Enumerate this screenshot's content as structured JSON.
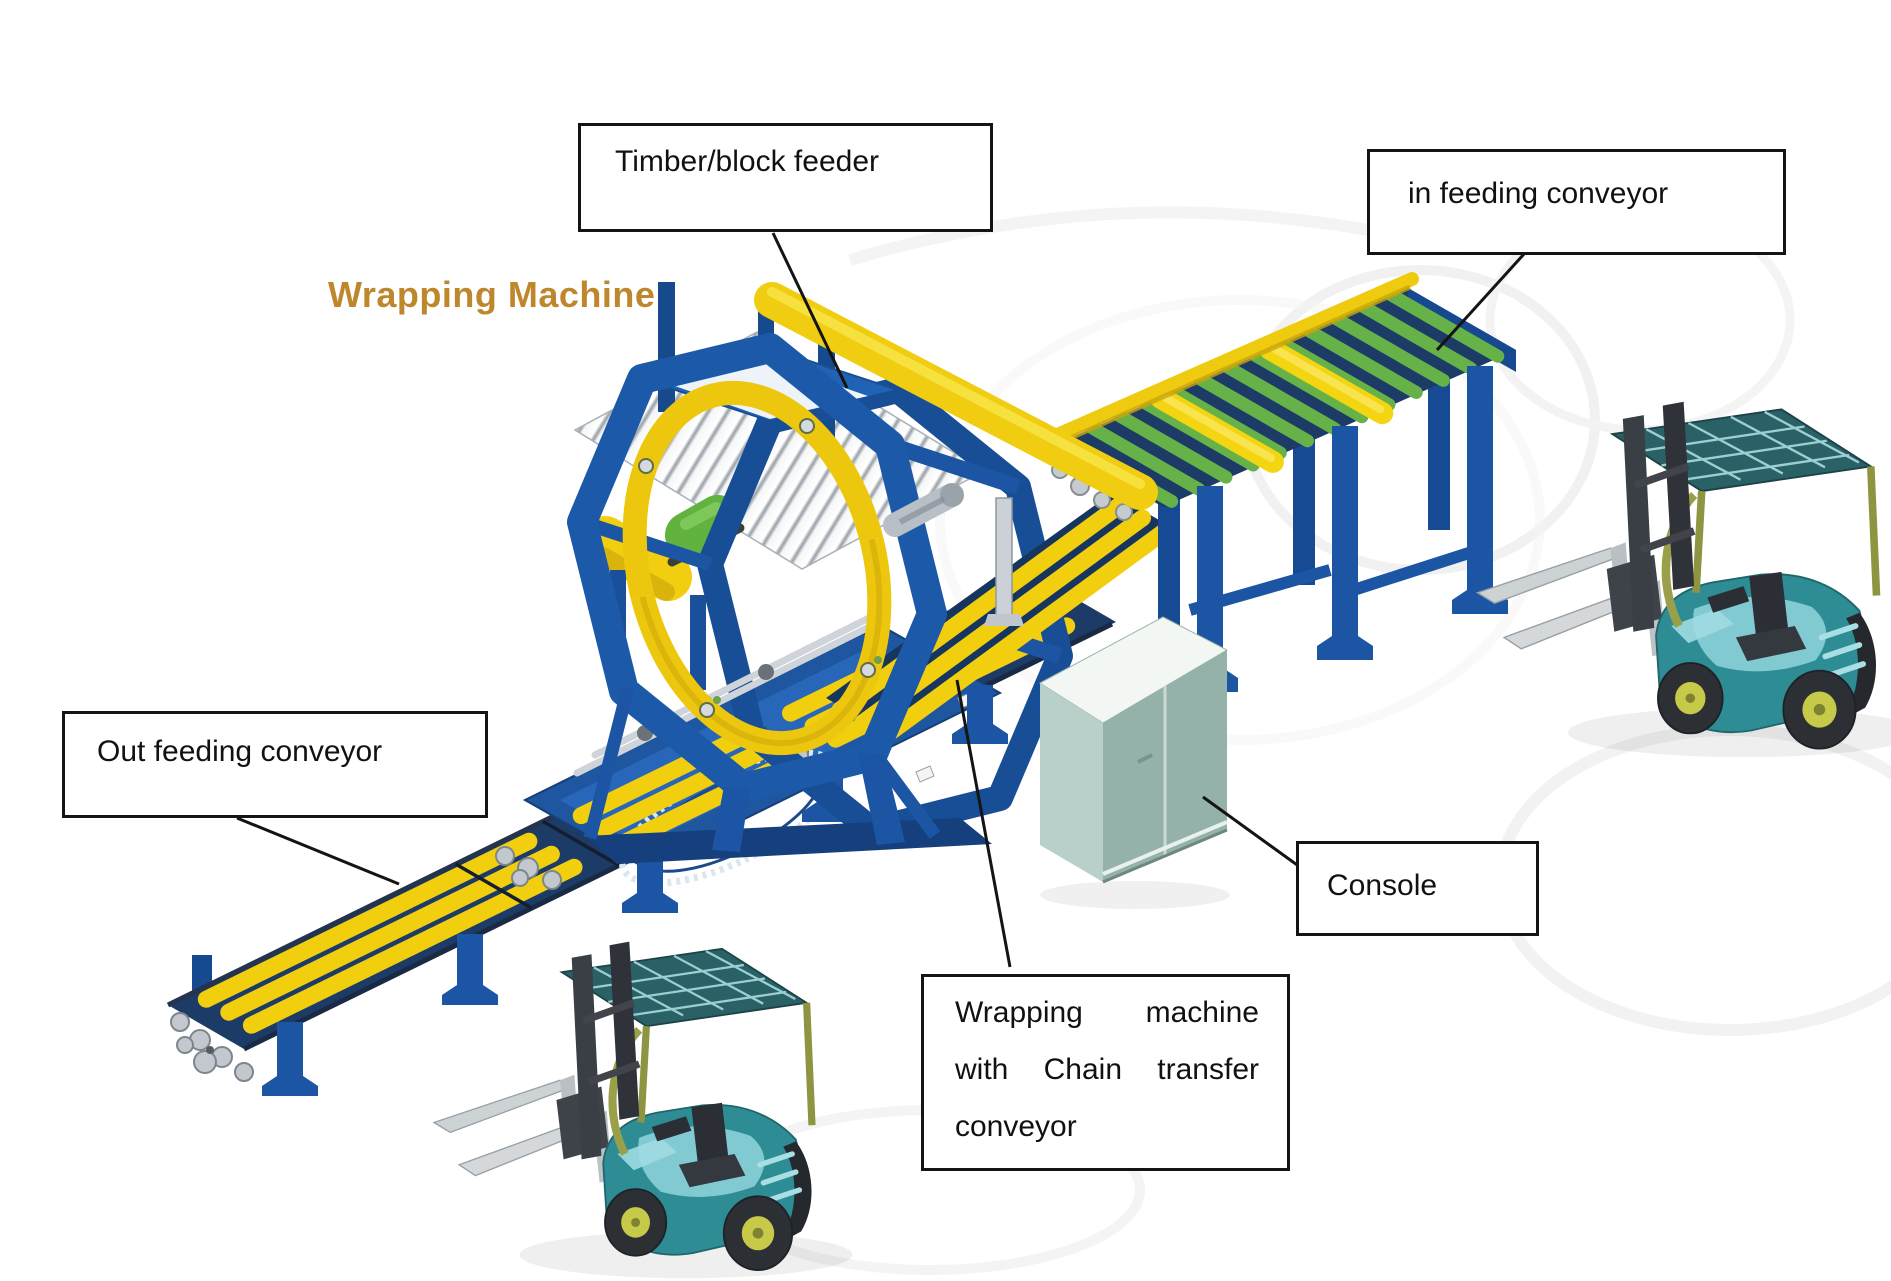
{
  "title": "Wrapping Machine",
  "labels": {
    "timber_feeder": "Timber/block feeder",
    "in_feeding_conveyor": "in feeding conveyor",
    "out_feeding_conveyor": "Out feeding conveyor",
    "console": "Console",
    "wrapping_machine": {
      "line1": "Wrapping machine",
      "line2": "with Chain transfer",
      "line3": "conveyor"
    }
  },
  "colors": {
    "frame_blue": "#1B55A4",
    "dark_blue": "#16365F",
    "conveyor_yellow": "#F2CF10",
    "roller_green": "#66B148",
    "console_sage": "#94B1AA",
    "forklift_teal": "#2E8D94",
    "title_orange": "#BE872C",
    "label_border": "#141414"
  },
  "illustration_parts": [
    "background-watermark",
    "timber-block-feeder",
    "out-feeding-conveyor",
    "chain-transfer-platform",
    "wrapping-machine-ring",
    "in-feeding-conveyor",
    "console-cabinet",
    "forklift-right",
    "forklift-bottom"
  ]
}
